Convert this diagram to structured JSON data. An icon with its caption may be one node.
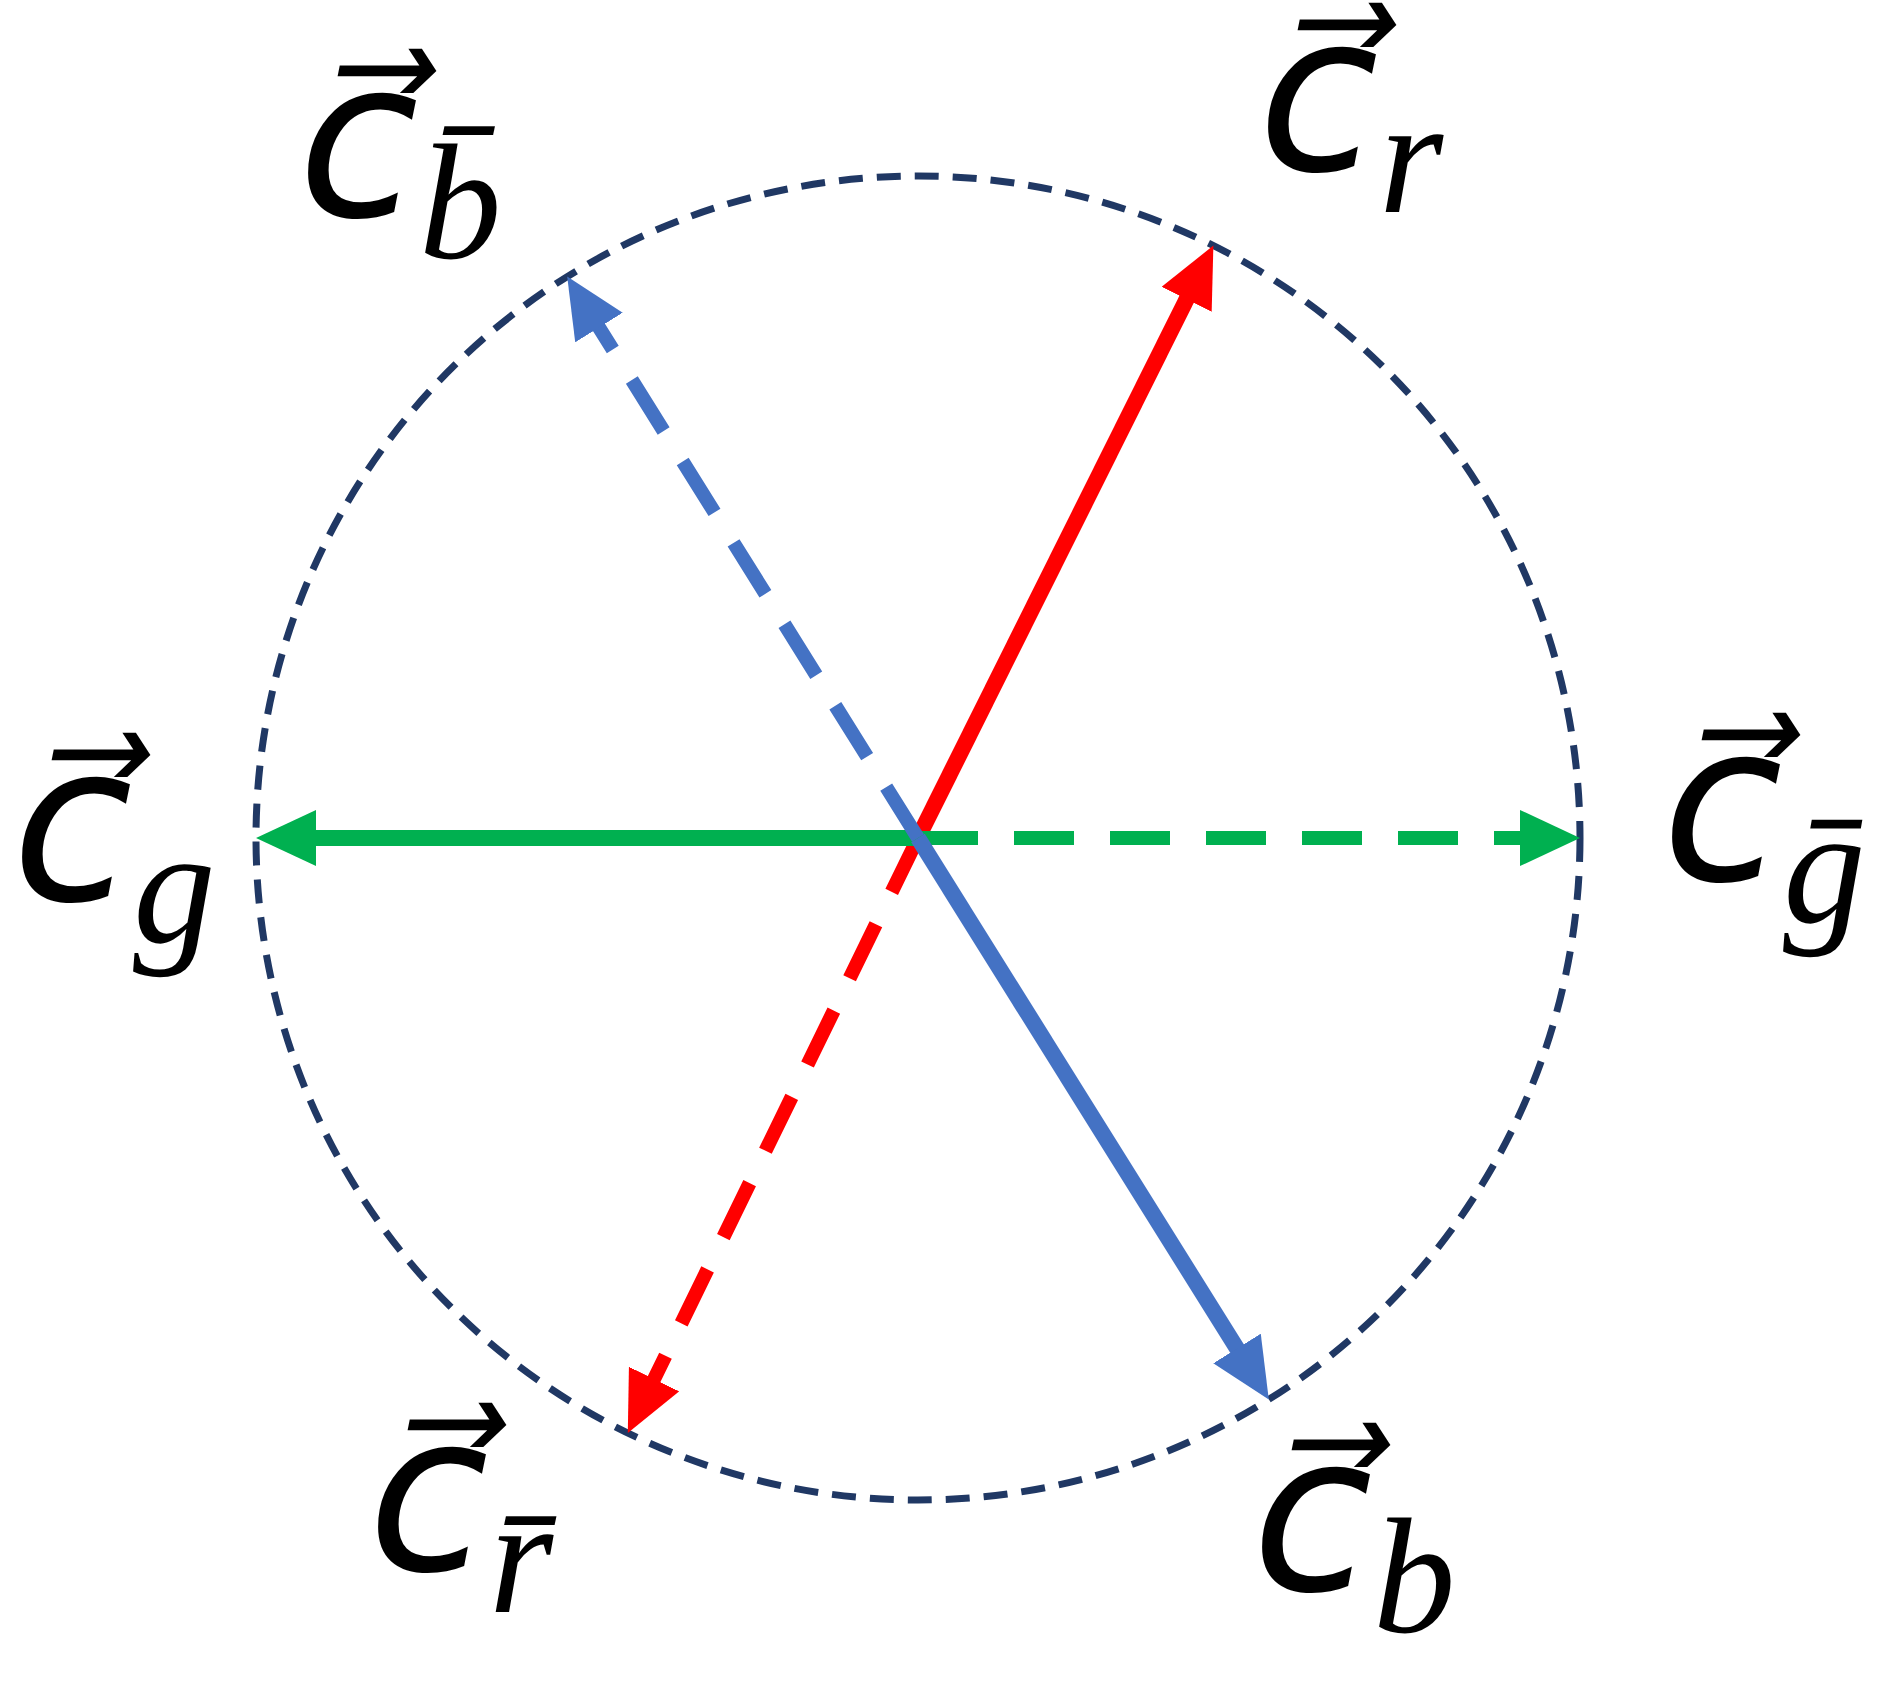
{
  "diagram": {
    "nodes": [
      {
        "text": [
          "c⃗$_{b̄}$"
        ]
      },
      {
        "text": [
          "c⃗$_{r}$"
        ]
      },
      {
        "text": [
          "c⃗$_{g}$"
        ]
      },
      {
        "text": [
          "c⃗$_{ḡ}$"
        ]
      },
      {
        "text": [
          "c⃗$_{r̄}$"
        ]
      },
      {
        "text": [
          "c⃗$_{b}$"
        ]
      }
    ],
    "edges": [
      {
        "from": null,
        "to": 1,
        "arrow": "to",
        "color": "#ff0000"
      },
      {
        "from": null,
        "to": 4,
        "arrow": "to",
        "style": "dashed",
        "color": "#ff0000"
      },
      {
        "from": null,
        "to": 2,
        "arrow": "to",
        "color": "#00b050"
      },
      {
        "from": null,
        "to": 3,
        "arrow": "to",
        "style": "dashed",
        "color": "#00b050"
      },
      {
        "from": null,
        "to": 5,
        "arrow": "to",
        "color": "#4472c4"
      },
      {
        "from": null,
        "to": 0,
        "arrow": "to",
        "style": "dashed",
        "color": "#4472c4"
      }
    ]
  }
}
